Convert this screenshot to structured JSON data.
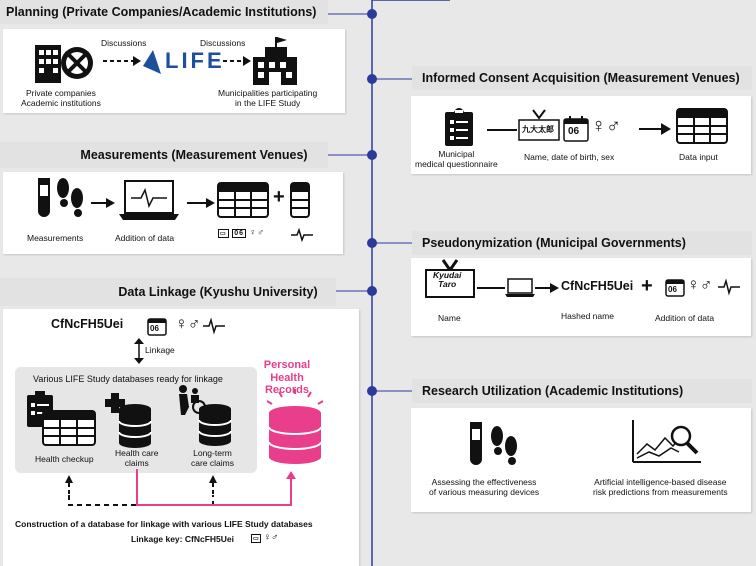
{
  "planning": {
    "title": "Planning (Private Companies/Academic Institutions)",
    "discussions_1": "Discussions",
    "discussions_2": "Discussions",
    "life_logo": "LIFE",
    "private_label_1": "Private companies",
    "private_label_2": "Academic institutions",
    "muni_label_1": "Municipalities participating",
    "muni_label_2": "in the LIFE Study"
  },
  "consent": {
    "title": "Informed Consent Acquisition (Measurement Venues)",
    "questionnaire_1": "Municipal",
    "questionnaire_2": "medical questionnaire",
    "name_card_text": "九大太郎",
    "calendar_day": "06",
    "name_dob_sex": "Name, date of birth, sex",
    "data_input": "Data input"
  },
  "measurements": {
    "title": "Measurements (Measurement Venues)",
    "measurements_label": "Measurements",
    "addition_label": "Addition of data",
    "calendar_day": "06"
  },
  "pseudonym": {
    "title": "Pseudonymization (Municipal Governments)",
    "name_card_1": "Kyudai",
    "name_card_2": "Taro",
    "hash": "CfNcFH5Uei",
    "calendar_day": "06",
    "name_label": "Name",
    "hashed_label": "Hashed name",
    "addition_label": "Addition of data"
  },
  "linkage": {
    "title": "Data Linkage (Kyushu University)",
    "hash": "CfNcFH5Uei",
    "calendar_day": "06",
    "linkage_label": "Linkage",
    "databases_title": "Various LIFE Study databases ready for linkage",
    "checkup": "Health checkup",
    "claims_1": "Health care",
    "claims_2": "claims",
    "ltc_1": "Long-term",
    "ltc_2": "care claims",
    "phr_1": "Personal",
    "phr_2": "Health",
    "phr_3": "Records",
    "construction": "Construction of a database for linkage with various LIFE Study databases",
    "key": "Linkage key: CfNcFH5Uei"
  },
  "research": {
    "title": "Research Utilization (Academic Institutions)",
    "assess_1": "Assessing the effectiveness",
    "assess_2": "of various measuring devices",
    "ai_1": "Artificial intelligence-based disease",
    "ai_2": "risk predictions from measurements"
  },
  "colors": {
    "timeline": "#2b3a9b",
    "pink": "#e83e8c",
    "header": "#e2e2e2"
  }
}
